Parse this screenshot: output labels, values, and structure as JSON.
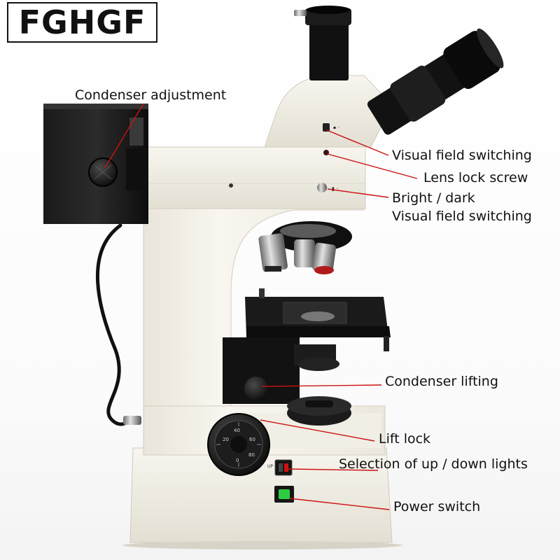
{
  "brand": {
    "logo_text": "FGHGF"
  },
  "panel": {
    "switch_label": "UP"
  },
  "dial": {
    "scale_marks": [
      "40",
      "60",
      "20",
      "0",
      "80"
    ]
  },
  "callouts": [
    {
      "id": "condenser-adjustment",
      "text": "Condenser adjustment"
    },
    {
      "id": "visual-field-switching",
      "text": "Visual field switching"
    },
    {
      "id": "lens-lock-screw",
      "text": "Lens lock screw"
    },
    {
      "id": "bright-dark",
      "text": "Bright / dark"
    },
    {
      "id": "visual-field-switching-2",
      "text": "Visual field switching"
    },
    {
      "id": "condenser-lifting",
      "text": "Condenser lifting"
    },
    {
      "id": "lift-lock",
      "text": "Lift lock"
    },
    {
      "id": "selection-lights",
      "text": "Selection of up / down lights"
    },
    {
      "id": "power-switch",
      "text": "Power switch"
    }
  ],
  "colors": {
    "leader_line": "#cc1111",
    "body": "#f4f1e8",
    "dark_parts": "#141414",
    "power_light": "#2ecc40"
  }
}
